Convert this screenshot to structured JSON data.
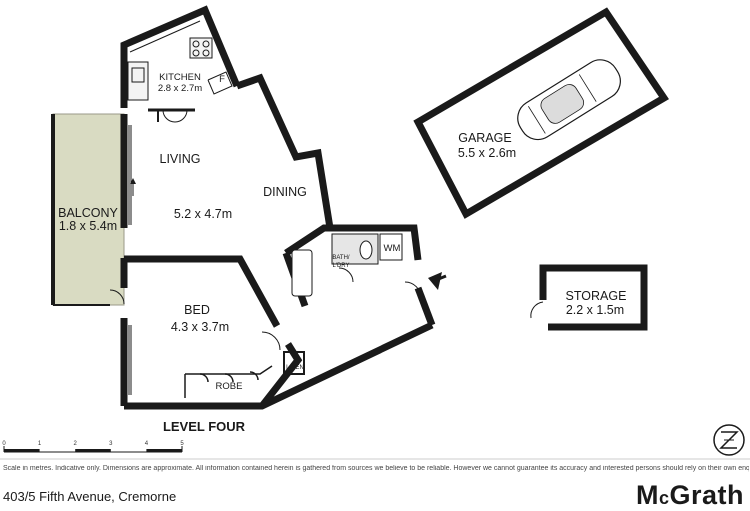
{
  "rooms": {
    "kitchen": {
      "name": "KITCHEN",
      "size": "2.8 x 2.7m",
      "fridge": "F"
    },
    "living": {
      "name": "LIVING",
      "size": "5.2 x 4.7m"
    },
    "dining": {
      "name": "DINING"
    },
    "balcony": {
      "name": "BALCONY",
      "size": "1.8 x 5.4m"
    },
    "bath": {
      "name_line1": "BATH/",
      "name_line2": "L'DRY",
      "wm": "WM"
    },
    "bed": {
      "name": "BED",
      "size": "4.3 x 3.7m"
    },
    "robe": {
      "name": "ROBE"
    },
    "linen": {
      "name": "LINEN"
    },
    "garage": {
      "name": "GARAGE",
      "size": "5.5 x 2.6m"
    },
    "storage": {
      "name": "STORAGE",
      "size": "2.2 x 1.5m"
    }
  },
  "level_title": "LEVEL FOUR",
  "scale": {
    "ticks": [
      "0",
      "1",
      "2",
      "3",
      "4",
      "5"
    ]
  },
  "disclaimer": "Scale in metres. Indicative only. Dimensions are approximate. All information contained herein is gathered from sources we believe to be reliable. However we cannot guarantee its accuracy and interested persons should rely on their own enquiries.",
  "address": "403/5 Fifth Avenue, Cremorne",
  "brand": {
    "prefix": "M",
    "small": "c",
    "rest": "Grath"
  },
  "colors": {
    "wall": "#1a1a1a",
    "balcony_fill": "#d9dbc2",
    "tile": "#e6e6e6"
  },
  "icons": [
    "entry-arrow-icon",
    "car-icon",
    "compass-icon"
  ]
}
